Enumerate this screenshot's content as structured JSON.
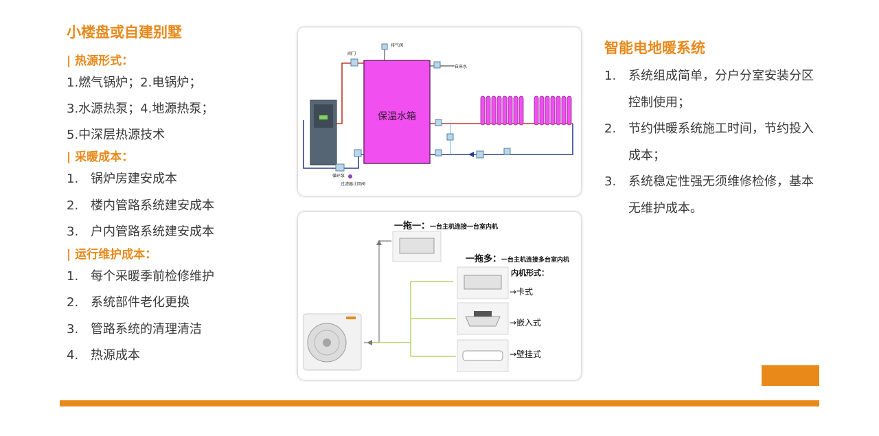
{
  "left": {
    "title": "小楼盘或自建别墅",
    "sections": [
      {
        "head": "| 热源形式：",
        "lines": [
          "1.燃气锅炉；2.电锅炉；",
          "3.水源热泵；4.地源热泵；",
          "5.中深层热源技术"
        ]
      },
      {
        "head": "| 采暖成本：",
        "items": [
          {
            "n": "1.",
            "t": "锅炉房建安成本"
          },
          {
            "n": "2.",
            "t": "楼内管路系统建安成本"
          },
          {
            "n": "3.",
            "t": "户内管路系统建安成本"
          }
        ]
      },
      {
        "head": "| 运行维护成本：",
        "items": [
          {
            "n": "1.",
            "t": "每个采暖季前检修维护"
          },
          {
            "n": "2.",
            "t": "系统部件老化更换"
          },
          {
            "n": "3.",
            "t": "管路系统的清理清洁"
          },
          {
            "n": "4.",
            "t": "热源成本"
          }
        ]
      }
    ]
  },
  "diagram_top": {
    "tank_label": "保温水箱",
    "valve": "阀门",
    "exhaust": "排气阀",
    "supply": "自来水",
    "pump": "循环泵",
    "filter": "过滤器",
    "check": "止回阀"
  },
  "diagram_bottom": {
    "one_to_one": "一拖一：",
    "one_to_one_desc": "一台主机连接一台室内机",
    "one_to_many": "一拖多：",
    "one_to_many_desc": "一台主机连接多台室内机",
    "indoor_types": "内机形式：",
    "type_1": "→卡式",
    "type_2": "→嵌入式",
    "type_3": "→壁挂式"
  },
  "right": {
    "title": "智能电地暖系统",
    "items": [
      {
        "n": "1.",
        "t": "系统组成简单，分户分室安装分区控制使用；"
      },
      {
        "n": "2.",
        "t": "节约供暖系统施工时间，节约投入成本；"
      },
      {
        "n": "3.",
        "t": "系统稳定性强无须维修检修，基本无维护成本。"
      }
    ]
  },
  "colors": {
    "accent": "#e8891a",
    "tank": "#f14ff0",
    "pipe_hot": "#c0392b",
    "pipe_cold": "#2c3e8f"
  }
}
